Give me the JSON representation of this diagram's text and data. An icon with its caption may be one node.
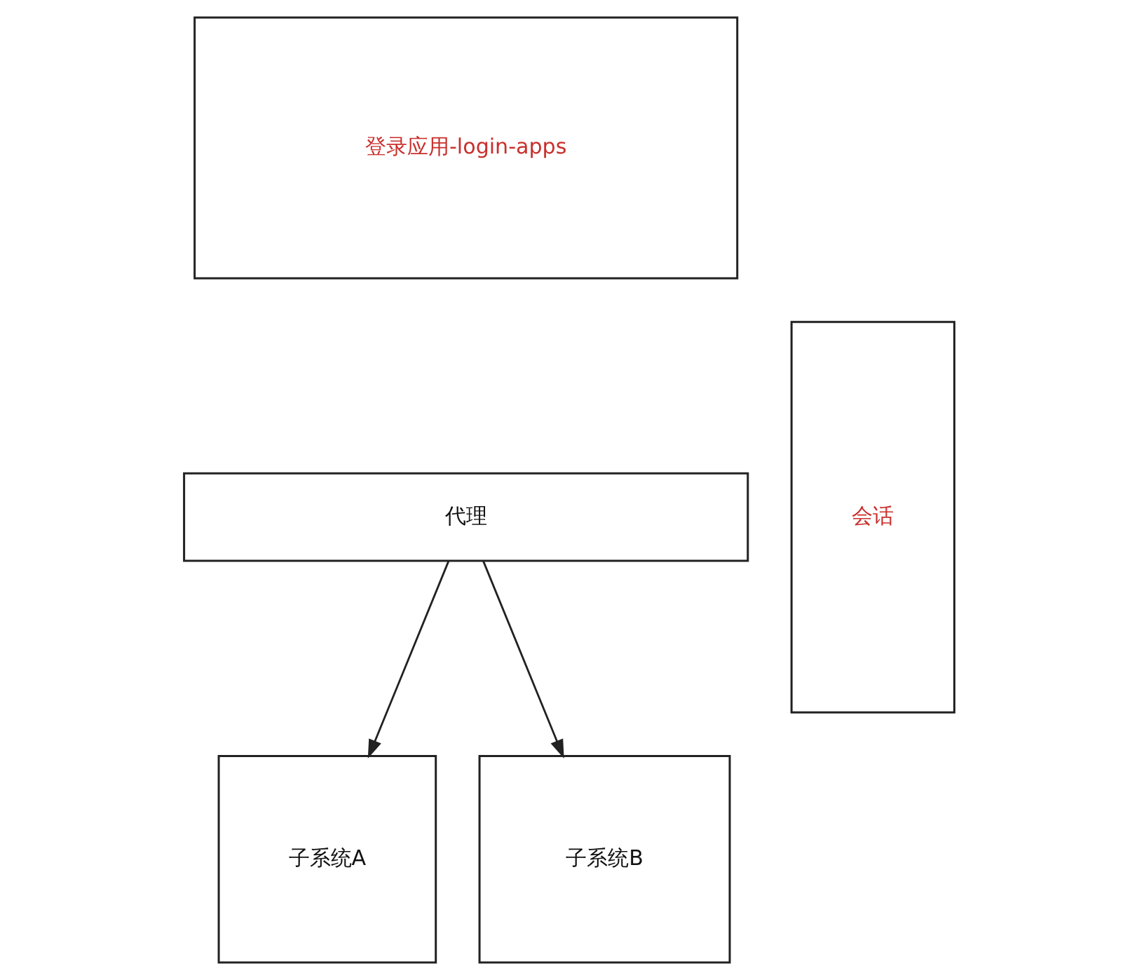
{
  "diagram": {
    "nodes": [
      {
        "text": [
          "登录应用-login-apps"
        ]
      },
      {
        "text": [
          "代理"
        ]
      },
      {
        "text": [
          "子系统A"
        ]
      },
      {
        "text": [
          "子系统B"
        ]
      },
      {
        "text": [
          "会话"
        ]
      }
    ],
    "edges": [
      {
        "from": 1,
        "to": 2,
        "arrow": "to"
      },
      {
        "from": 1,
        "to": 3,
        "arrow": "to"
      }
    ]
  }
}
